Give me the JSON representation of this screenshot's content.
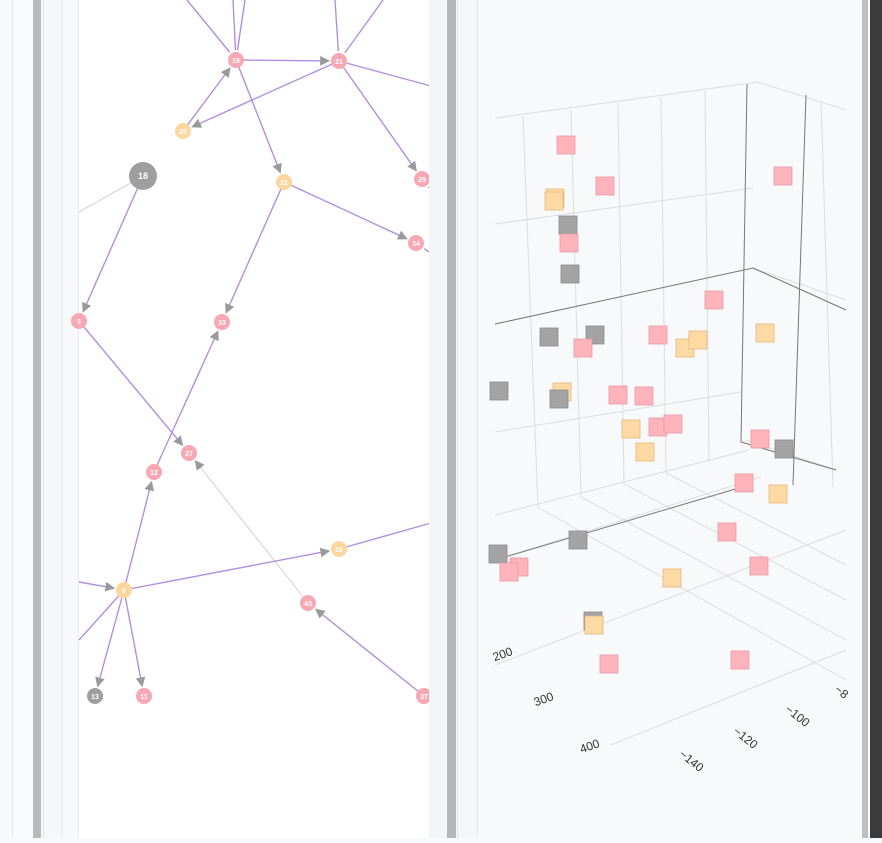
{
  "graph": {
    "colors": {
      "pink": "#f7a8b3",
      "peach": "#fbd79d",
      "gray": "#9e9e9e",
      "edge": "#b28fe0",
      "edge_light": "#dcdcdc",
      "arrow": "#9a9a9a"
    },
    "nodes": [
      {
        "id": "19",
        "color": "pink",
        "big": false
      },
      {
        "id": "21",
        "color": "pink",
        "big": false
      },
      {
        "id": "20",
        "color": "peach",
        "big": false
      },
      {
        "id": "18",
        "color": "gray",
        "big": true
      },
      {
        "id": "22",
        "color": "peach",
        "big": false
      },
      {
        "id": "29",
        "color": "pink",
        "big": false
      },
      {
        "id": "34",
        "color": "pink",
        "big": false
      },
      {
        "id": "33",
        "color": "pink",
        "big": false
      },
      {
        "id": "27",
        "color": "pink",
        "big": false
      },
      {
        "id": "12",
        "color": "pink",
        "big": false
      },
      {
        "id": "16",
        "color": "peach",
        "big": false
      },
      {
        "id": "6",
        "color": "peach",
        "big": false
      },
      {
        "id": "43",
        "color": "pink",
        "big": false
      },
      {
        "id": "13",
        "color": "gray",
        "big": false
      },
      {
        "id": "11",
        "color": "pink",
        "big": false
      },
      {
        "id": "37",
        "color": "pink",
        "big": false
      },
      {
        "id": "3",
        "color": "pink",
        "big": false
      }
    ]
  },
  "scatter3d": {
    "colors": {
      "pink": "#ffb3bb",
      "peach": "#fdd9a3",
      "gray": "#a3a3a3",
      "grid": "#dcdde1",
      "axis": "#555555",
      "tick": "#333333"
    },
    "tick_labels": [
      "200",
      "300",
      "400",
      "−140",
      "−120",
      "−100",
      "−8"
    ],
    "marker_count": 43
  }
}
